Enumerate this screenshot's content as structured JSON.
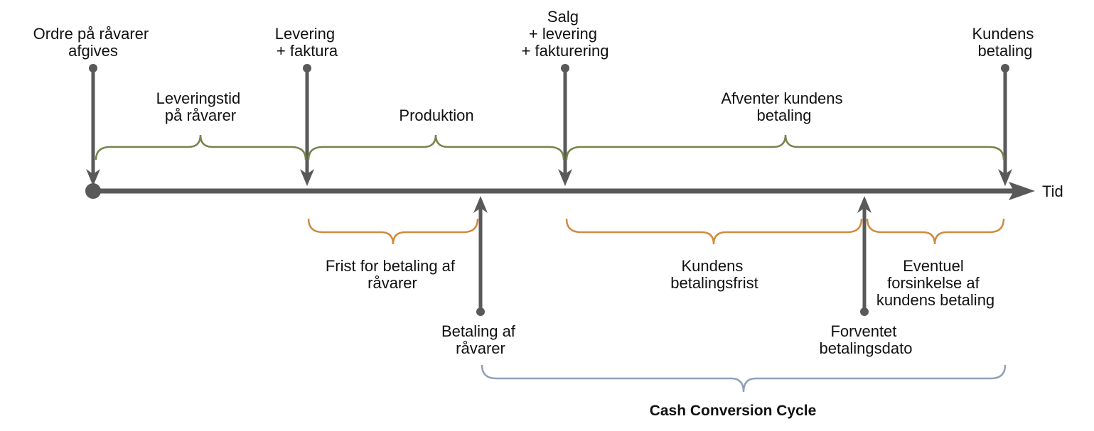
{
  "timeline": {
    "axis_label": "Tid"
  },
  "events_top": [
    {
      "id": "ordre",
      "lines": [
        "Ordre på råvarer",
        "afgives"
      ]
    },
    {
      "id": "levering",
      "lines": [
        "Levering",
        "+ faktura"
      ]
    },
    {
      "id": "salg",
      "lines": [
        "Salg",
        "+ levering",
        "+ fakturering"
      ]
    },
    {
      "id": "kundens-betaling",
      "lines": [
        "Kundens",
        "betaling"
      ]
    }
  ],
  "events_bottom": [
    {
      "id": "betaling-raavarer",
      "lines": [
        "Betaling af",
        "råvarer"
      ]
    },
    {
      "id": "forventet-betalingsdato",
      "lines": [
        "Forventet",
        "betalingsdato"
      ]
    }
  ],
  "periods_top": [
    {
      "id": "leveringstid",
      "lines": [
        "Leveringstid",
        "på råvarer"
      ]
    },
    {
      "id": "produktion",
      "lines": [
        "Produktion"
      ]
    },
    {
      "id": "afventer",
      "lines": [
        "Afventer kundens",
        "betaling"
      ]
    }
  ],
  "periods_bottom": [
    {
      "id": "frist-betaling",
      "lines": [
        "Frist for betaling af",
        "råvarer"
      ]
    },
    {
      "id": "kundens-betalingsfrist",
      "lines": [
        "Kundens",
        "betalingsfrist"
      ]
    },
    {
      "id": "forsinkelse",
      "lines": [
        "Eventuel",
        "forsinkelse af",
        "kundens betaling"
      ]
    }
  ],
  "cycle": {
    "label": "Cash Conversion Cycle"
  },
  "colors": {
    "axis": "#595959",
    "brace_green": "#76844b",
    "brace_orange": "#d08b3e",
    "brace_blue": "#8da2b8",
    "text": "#111111"
  }
}
